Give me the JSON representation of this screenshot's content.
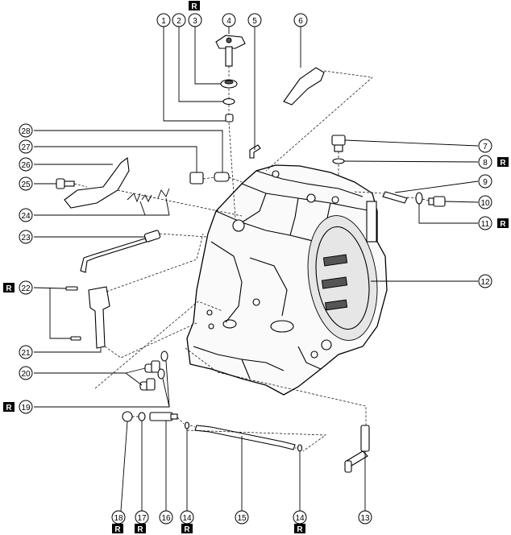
{
  "badge_letter": "R",
  "callouts": {
    "c1": "1",
    "c2": "2",
    "c3": "3",
    "c4": "4",
    "c5": "5",
    "c6": "6",
    "c7": "7",
    "c8": "8",
    "c9": "9",
    "c10": "10",
    "c11": "11",
    "c12": "12",
    "c13": "13",
    "c14a": "14",
    "c14b": "14",
    "c15": "15",
    "c16": "16",
    "c17": "17",
    "c18": "18",
    "c19": "19",
    "c20": "20",
    "c21": "21",
    "c22": "22",
    "c23": "23",
    "c24": "24",
    "c25": "25",
    "c26": "26",
    "c27": "27",
    "c28": "28"
  }
}
